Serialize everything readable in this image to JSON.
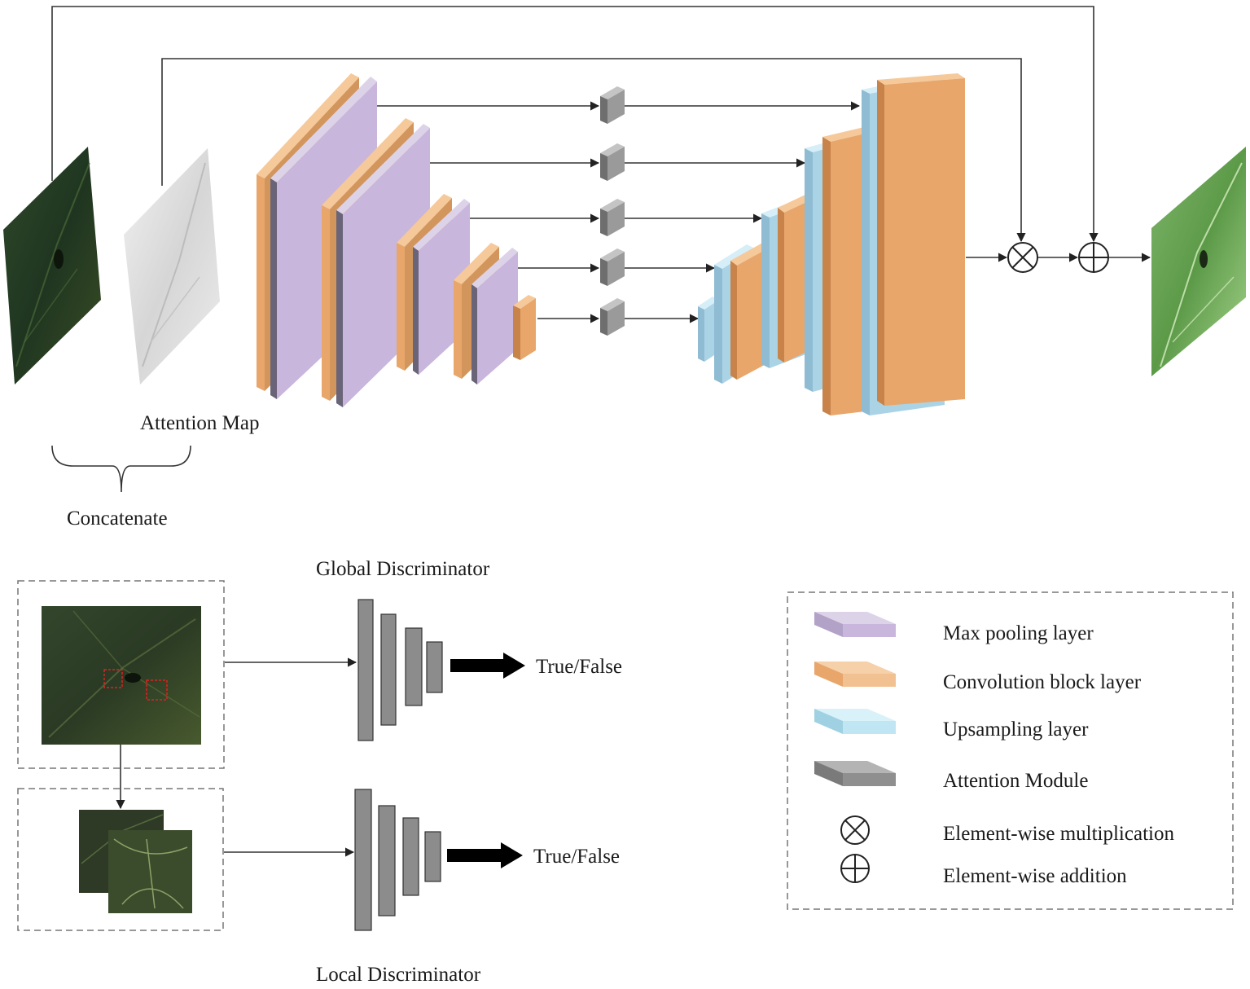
{
  "labels": {
    "attention_map": "Attention Map",
    "concatenate": "Concatenate",
    "global_discriminator": "Global Discriminator",
    "local_discriminator": "Local Discriminator",
    "global_output": "True/False",
    "local_output": "True/False"
  },
  "legend": {
    "items": [
      {
        "label": "Max pooling layer",
        "color": "#c8b6dc"
      },
      {
        "label": "Convolution block layer",
        "color": "#f2c192"
      },
      {
        "label": "Upsampling layer",
        "color": "#bfe6f2"
      },
      {
        "label": "Attention Module",
        "color": "#8f8f8f"
      }
    ],
    "multiplication_label": "Element-wise multiplication",
    "addition_label": "Element-wise addition"
  },
  "colors": {
    "maxpool": "#c8b6dc",
    "conv": "#e8a66b",
    "upsample": "#abd3e6",
    "attention": "#8f8f8f",
    "discriminator": "#8c8c8c"
  }
}
